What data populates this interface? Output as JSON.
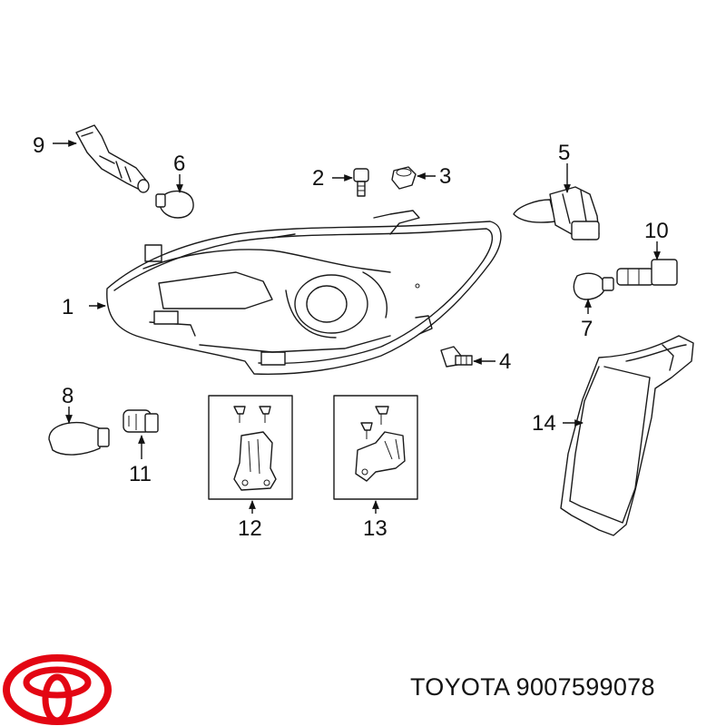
{
  "callouts": {
    "c1": "1",
    "c2": "2",
    "c3": "3",
    "c4": "4",
    "c5": "5",
    "c6": "6",
    "c7": "7",
    "c8": "8",
    "c9": "9",
    "c10": "10",
    "c11": "11",
    "c12": "12",
    "c13": "13",
    "c14": "14"
  },
  "footer": {
    "brand": "TOYOTA",
    "part_number": "9007599078",
    "text": "TOYOTA 9007599078"
  },
  "colors": {
    "logo": "#e30613",
    "ink": "#1a1a1a"
  },
  "icons": {
    "logo": "toyota-logo-icon"
  }
}
